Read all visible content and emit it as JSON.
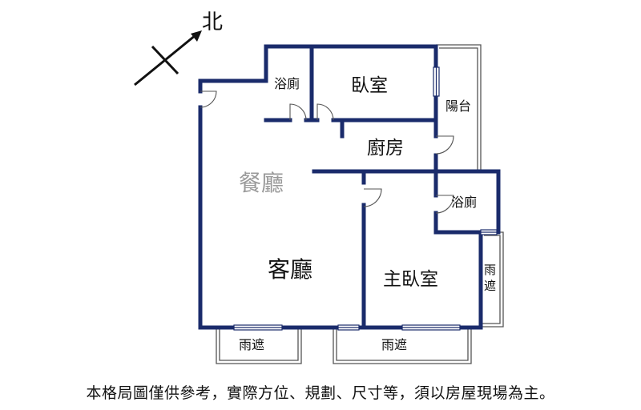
{
  "compass": {
    "label": "北"
  },
  "rooms": {
    "bath_top": "浴廁",
    "bedroom": "臥室",
    "balcony": "陽台",
    "kitchen": "廚房",
    "dining": "餐廳",
    "bath_right": "浴廁",
    "living": "客廳",
    "master_bedroom": "主臥室",
    "canopy_right": "雨遮",
    "canopy_bottom_left": "雨遮",
    "canopy_bottom_center": "雨遮"
  },
  "disclaimer": "本格局圖僅供參考，實際方位、規劃、尺寸等，須以房屋現場為主。",
  "colors": {
    "wall": "#1a2b6b",
    "line": "#555555",
    "text": "#111111"
  }
}
